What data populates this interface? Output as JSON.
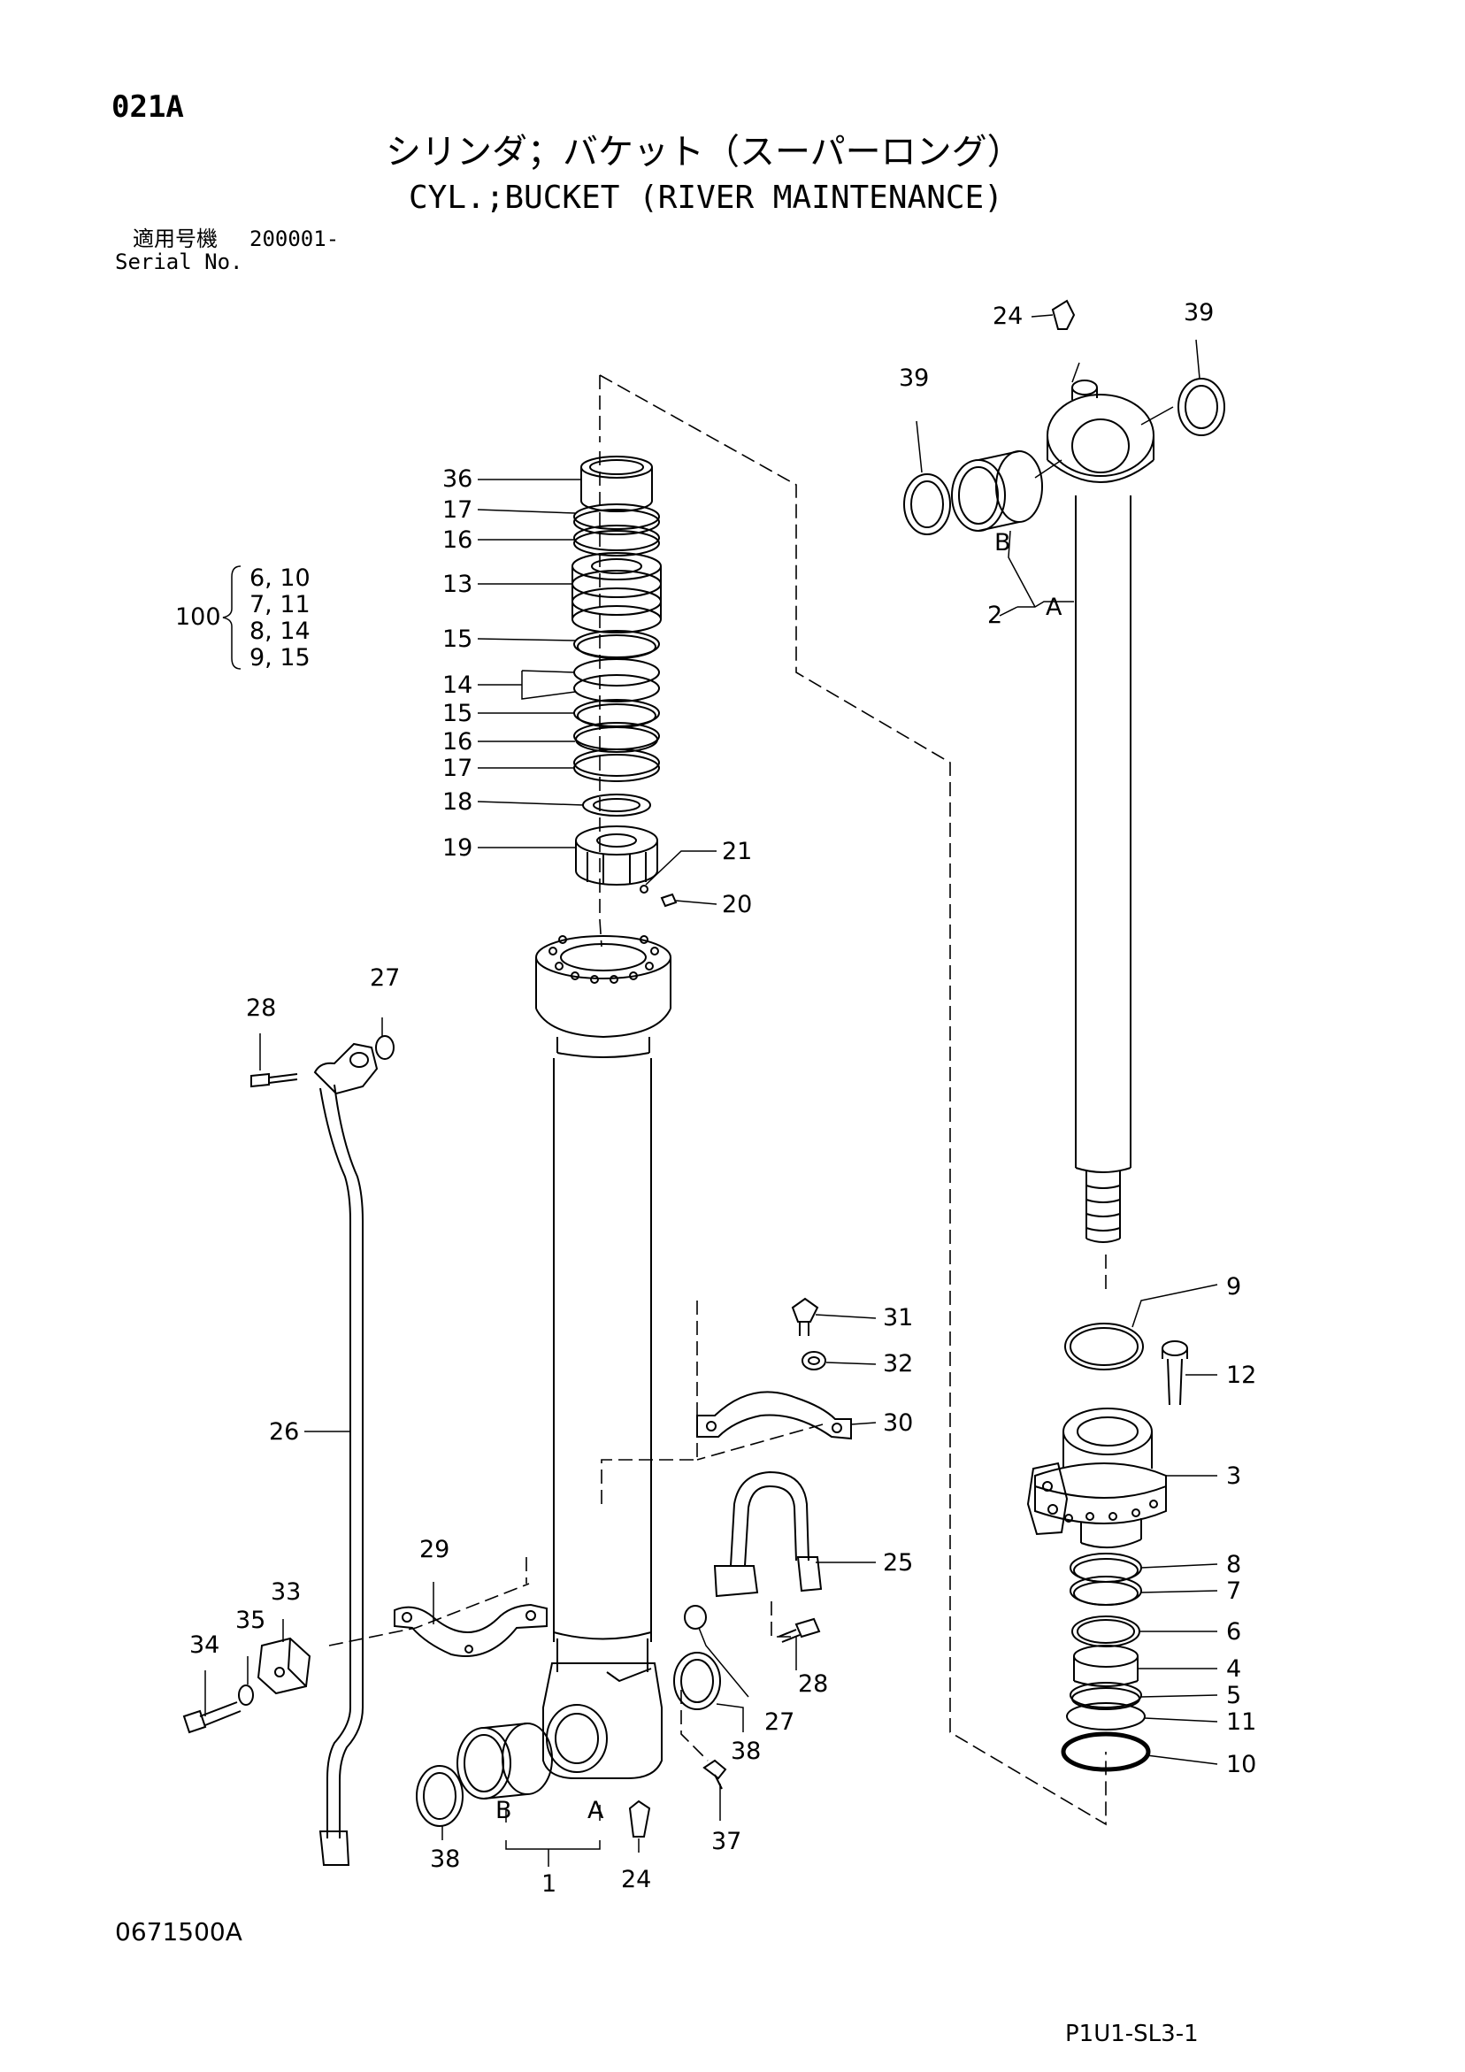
{
  "header": {
    "page_code": "021A",
    "title_ja": "シリンダ；バケット（スーパーロング）",
    "title_en": "CYL.;BUCKET (RIVER MAINTENANCE)"
  },
  "serial": {
    "label_ja": "適用号機",
    "value": "200001-",
    "label_en": "Serial No."
  },
  "footer": {
    "drawing_no": "0671500A",
    "sheet_no": "P1U1-SL3-1"
  },
  "kit": {
    "number": "100",
    "items": [
      "6, 10",
      "7, 11",
      "8, 14",
      "9, 15"
    ]
  },
  "callouts": {
    "c36": "36",
    "c17a": "17",
    "c16a": "16",
    "c13": "13",
    "c15a": "15",
    "c14": "14",
    "c15b": "15",
    "c16b": "16",
    "c17b": "17",
    "c18": "18",
    "c19": "19",
    "c21": "21",
    "c20": "20",
    "c28a": "28",
    "c27a": "27",
    "c26": "26",
    "c29": "29",
    "c33": "33",
    "c35": "35",
    "c34": "34",
    "c31": "31",
    "c32": "32",
    "c30": "30",
    "c25": "25",
    "c27b": "27",
    "c28b": "28",
    "c38a": "38",
    "c38b": "38",
    "c37": "37",
    "c24a": "24",
    "c1": "1",
    "c24b": "24",
    "c39a": "39",
    "c39b": "39",
    "c2": "2",
    "c9": "9",
    "c12": "12",
    "c3": "3",
    "c8": "8",
    "c7": "7",
    "c6": "6",
    "c4": "4",
    "c5": "5",
    "c11": "11",
    "c10": "10"
  },
  "sub_labels": {
    "a1": "A",
    "b1": "B",
    "a2": "A",
    "b2": "B"
  }
}
